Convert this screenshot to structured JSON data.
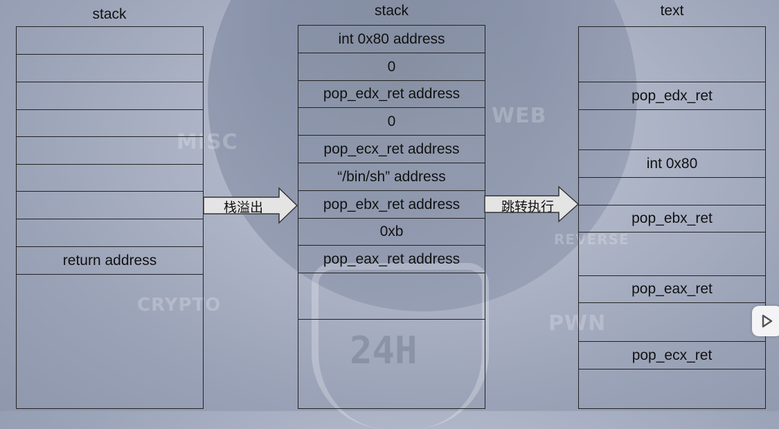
{
  "headings": {
    "left": "stack",
    "middle": "stack",
    "right": "text"
  },
  "left_stack": {
    "return_address": "return address"
  },
  "middle_stack": {
    "cells": [
      "int 0x80 address",
      "0",
      "pop_edx_ret address",
      "0",
      "pop_ecx_ret address",
      "“/bin/sh” address",
      "pop_ebx_ret address",
      "0xb",
      "pop_eax_ret address"
    ]
  },
  "text_section": {
    "cells": {
      "pop_edx_ret": "pop_edx_ret",
      "int_0x80": "int 0x80",
      "pop_ebx_ret": "pop_ebx_ret",
      "pop_eax_ret": "pop_eax_ret",
      "pop_ecx_ret": "pop_ecx_ret"
    }
  },
  "arrows": {
    "overflow": "栈溢出",
    "jump": "跳转执行"
  },
  "background_words": {
    "misc": "MISC",
    "web": "WEB",
    "crypto": "CRYPTO",
    "reverse": "REVERSE",
    "pwn": "PWN",
    "badge": "24H"
  },
  "colors": {
    "arrow_fill": "#e4e4e4",
    "outline": "#222222"
  }
}
